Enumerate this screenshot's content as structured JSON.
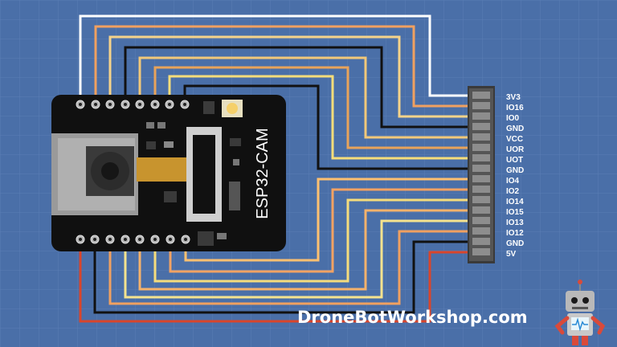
{
  "board": {
    "name": "ESP32-CAM"
  },
  "connector": {
    "labels": [
      "3V3",
      "IO16",
      "IO0",
      "GND",
      "VCC",
      "UOR",
      "UOT",
      "GND",
      "IO4",
      "IO2",
      "IO14",
      "IO15",
      "IO13",
      "IO12",
      "GND",
      "5V"
    ]
  },
  "wire_colors": {
    "3V3": "#ffffff",
    "IO16": "#f0a060",
    "IO0": "#f5d38a",
    "GND": "#111111",
    "VCC": "#f2c879",
    "UOR": "#e8a35a",
    "UOT": "#f5dd7a",
    "IO4": "#ffc070",
    "IO2": "#f2a263",
    "IO14": "#f5dc7c",
    "IO15": "#f5b26b",
    "IO13": "#f5e38e",
    "IO12": "#f0a060",
    "5V": "#d9452b"
  },
  "branding": {
    "site": "DroneBotWorkshop.com",
    "mascot": "robot-mascot"
  },
  "colors": {
    "background": "#4a6fa8",
    "board": "#101010",
    "connector": "#3a3a3a"
  }
}
